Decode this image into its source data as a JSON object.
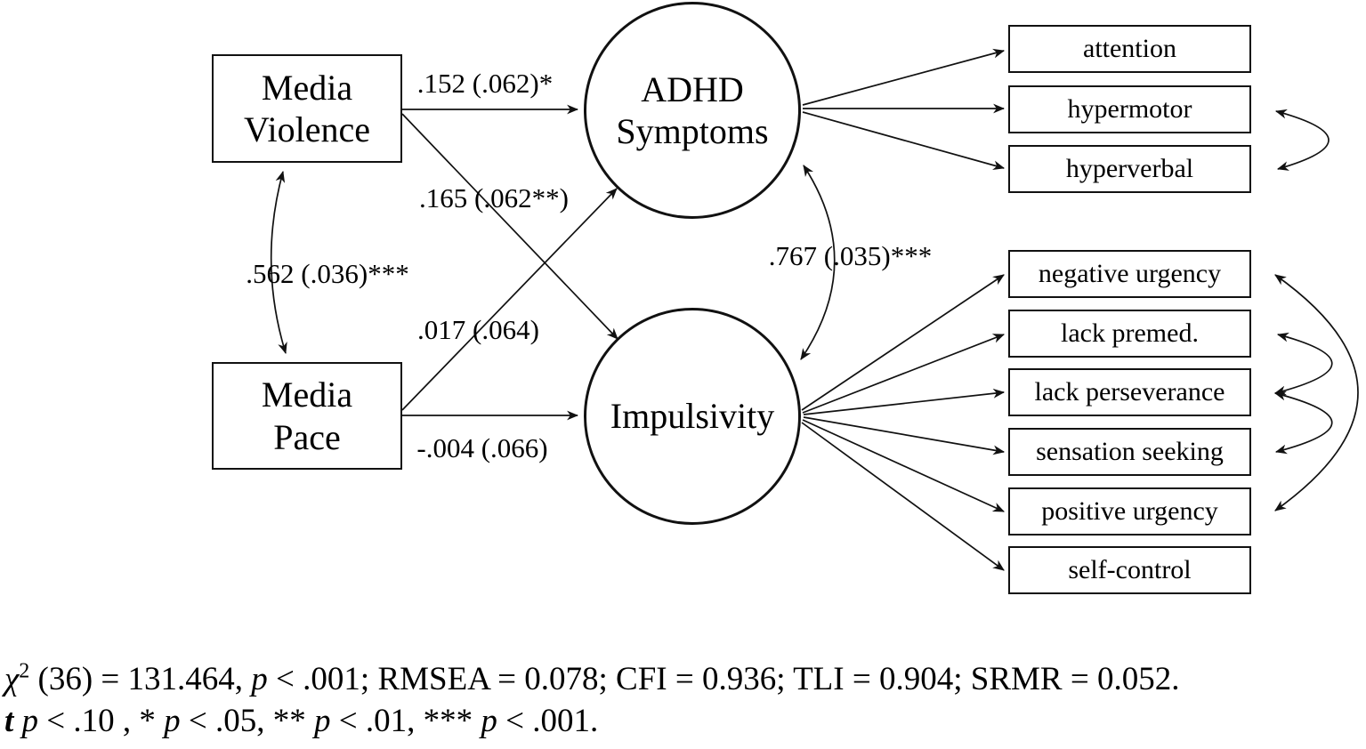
{
  "title": "Structural equation model: media use, ADHD symptoms and impulsivity",
  "colors": {
    "line": "#111111",
    "text": "#000000",
    "background": "#ffffff"
  },
  "nodes": {
    "media_violence": {
      "l1": "Media",
      "l2": "Violence"
    },
    "media_pace": {
      "l1": "Media",
      "l2": "Pace"
    },
    "adhd": {
      "l1": "ADHD",
      "l2": "Symptoms"
    },
    "impulsivity": {
      "l1": "Impulsivity"
    }
  },
  "adhd_indicators": [
    "attention",
    "hypermotor",
    "hyperverbal"
  ],
  "impulsivity_indicators": [
    "negative urgency",
    "lack premed.",
    "lack perseverance",
    "sensation seeking",
    "positive urgency",
    "self-control"
  ],
  "paths": {
    "mv_to_adhd": ".152 (.062)*",
    "mv_to_impulsivity": ".165 (.062**)",
    "mp_to_adhd": ".017 (.064)",
    "mp_to_impulsivity": "-.004 (.066)",
    "mv_mp_covariance": ".562 (.036)***",
    "adhd_impulsivity_covariance": ".767 (.035)***"
  },
  "footer": {
    "line1_segs": [
      "χ",
      "2",
      " (36) = 131.464, ",
      "p",
      " < .001; RMSEA = 0.078; CFI = 0.936; TLI = 0.904; SRMR = 0.052."
    ],
    "line2_segs": [
      "t",
      " ",
      "p",
      " < .10 , * ",
      "p",
      " < .05, ** ",
      "p",
      " < .01, *** ",
      "p",
      " < .001."
    ]
  }
}
